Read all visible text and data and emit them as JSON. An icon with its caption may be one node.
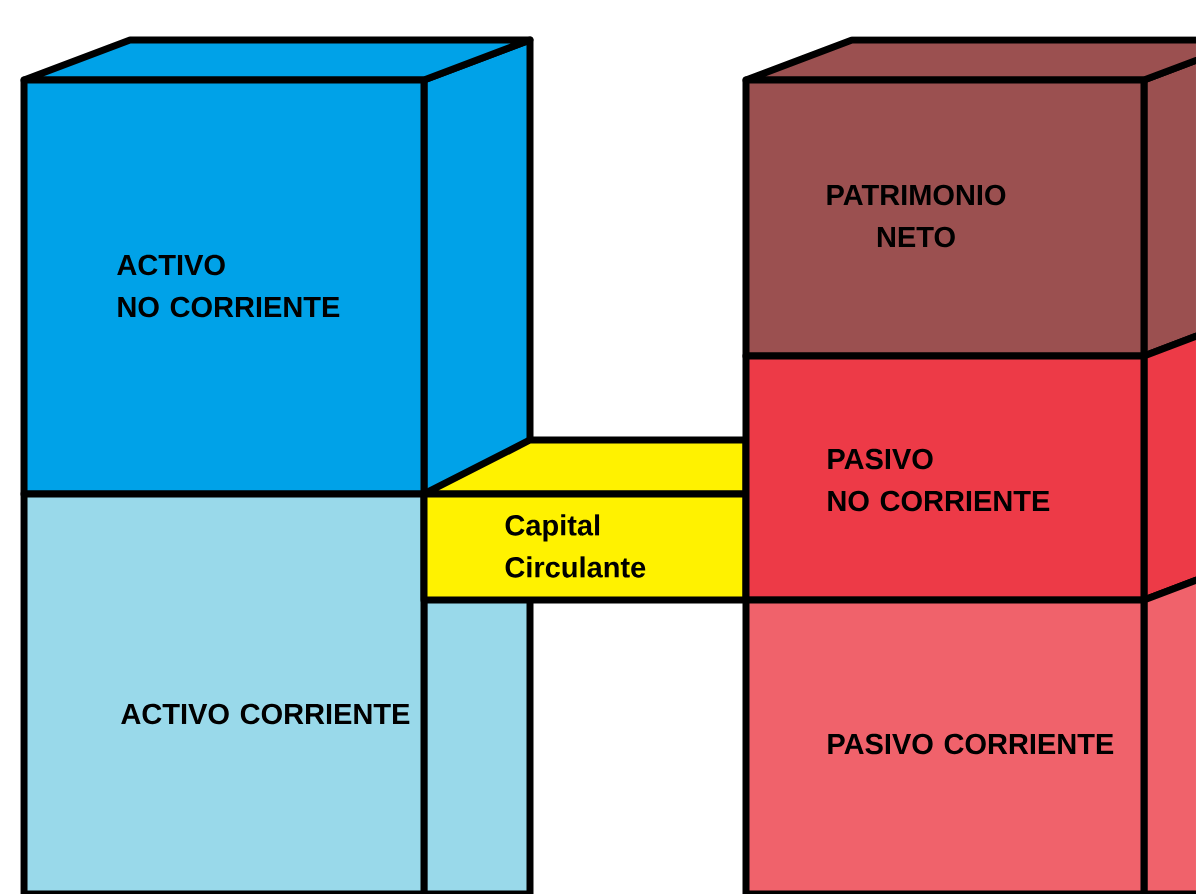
{
  "diagram": {
    "nodes": [
      {
        "text": [
          "ACTIVO NO CORRIENTE"
        ]
      },
      {
        "text": [
          "ACTIVO CORRIENTE"
        ]
      },
      {
        "text": [
          "Capital Circulante"
        ]
      },
      {
        "text": [
          "PATRIMONIO NETO"
        ]
      },
      {
        "text": [
          "PASIVO NO CORRIENTE"
        ]
      },
      {
        "text": [
          "PASIVO CORRIENTE"
        ]
      }
    ]
  }
}
